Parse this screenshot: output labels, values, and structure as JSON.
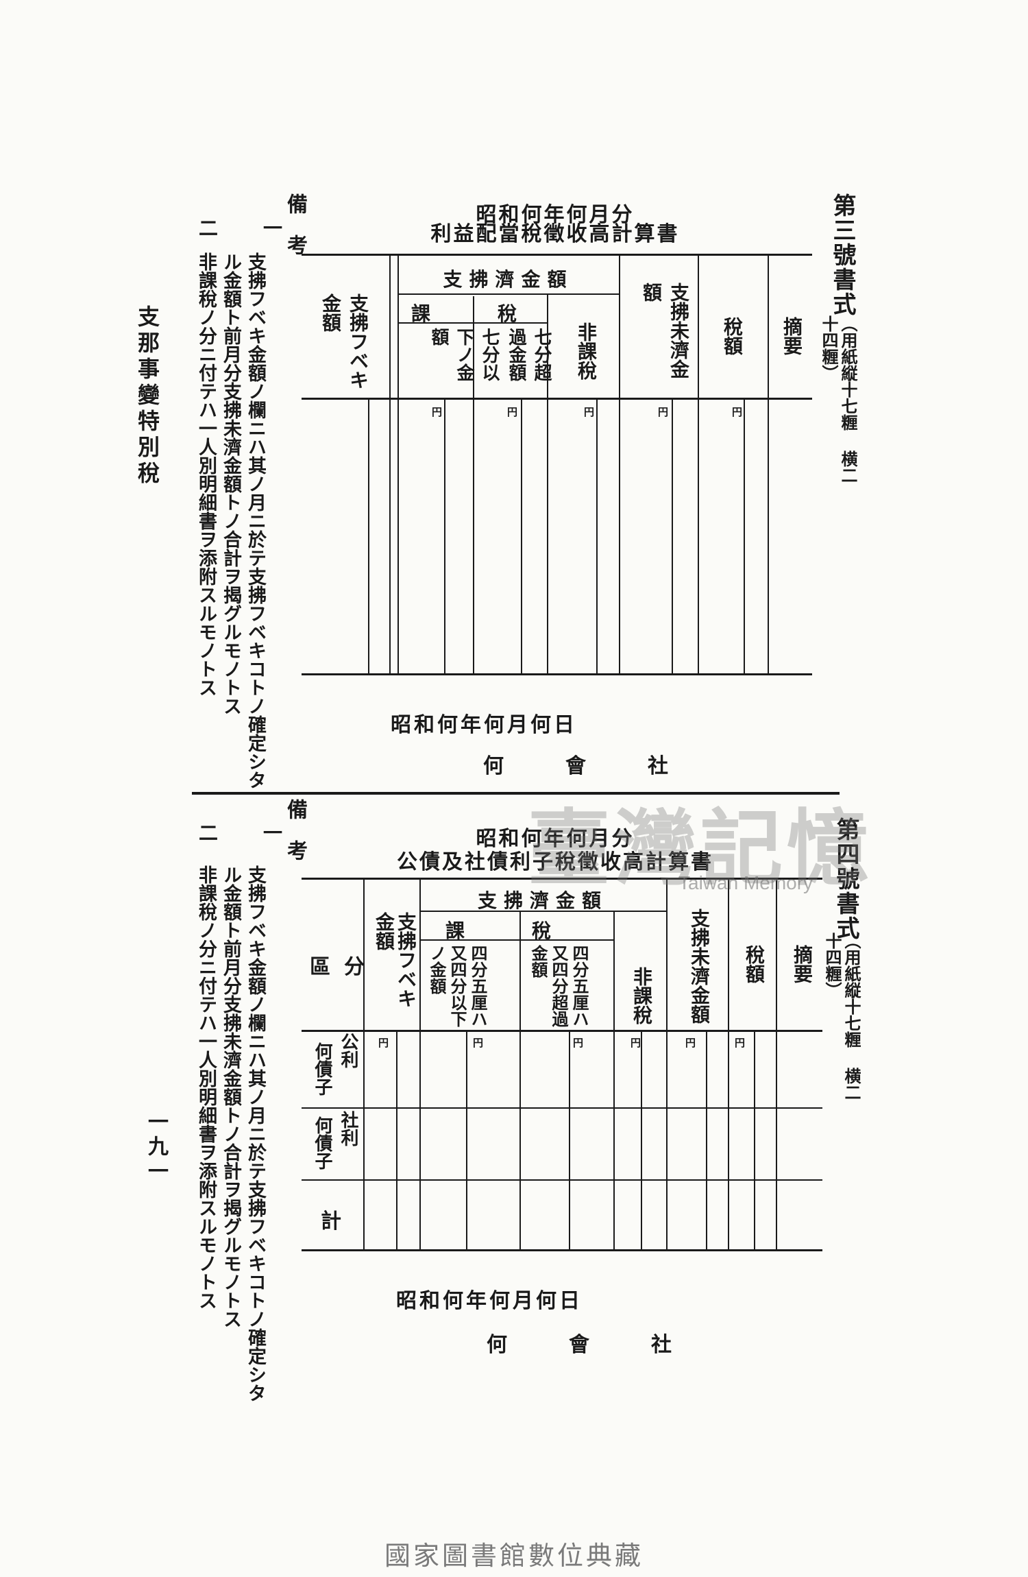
{
  "side": {
    "running_title": "支那事變特別稅",
    "page_number": "一九一"
  },
  "form3": {
    "form_title": "第三號書式",
    "paper_note": "（用紙縦十七糎 横二十四糎）",
    "title_line1": "昭和何年何月分",
    "title_line2": "利益配當稅徵收高計算書",
    "col_summary": "摘要",
    "col_tax": "稅額",
    "col_unpaid": "支拂未濟金額",
    "col_paid_group": "支拂濟金額",
    "col_taxable": "課　　稅",
    "col_over7": "七分超過金額",
    "col_under7": "七分以下ノ金額",
    "col_nontax": "非課稅",
    "col_payable": "支拂フベキ金額",
    "yen": "円",
    "date_line": "昭和何年何月何日",
    "company": "何　　　會　　　社",
    "notes_head": "備考",
    "note1_num": "一",
    "note1": "支拂フベキ金額ノ欄ニハ其ノ月ニ於テ支拂フベキコトノ確定シタル金額ト前月分支拂未濟金額トノ合計ヲ揭グルモノトス",
    "note2_num": "二",
    "note2": "非課稅ノ分ニ付テハ一人別明細書ヲ添附スルモノトス"
  },
  "form4": {
    "form_title": "第四號書式",
    "paper_note": "（用紙縦十七糎 横二十四糎）",
    "title_line1": "昭和何年何月分",
    "title_line2": "公債及社債利子稅徵收高計算書",
    "col_summary": "摘要",
    "col_tax": "稅額",
    "col_unpaid": "支拂未濟金額",
    "col_paid_group": "支拂濟金額",
    "col_taxable": "課　　稅",
    "col_over": "四分五厘ハ又四分超過金額",
    "col_under": "四分五厘ハ又四分以下ノ金額",
    "col_nontax": "非課稅",
    "col_payable": "支拂フベキ金額",
    "col_category": "區分",
    "row1": "公債利子",
    "row2": "社債利子",
    "row_total": "計",
    "row1_label_top": "公利",
    "row1_label_side": "何債子",
    "row2_label_top": "社利",
    "row2_label_side": "何債子",
    "yen": "円",
    "date_line": "昭和何年何月何日",
    "company": "何　　　會　　　社",
    "notes_head": "備考",
    "note1_num": "一",
    "note1": "支拂フベキ金額ノ欄ニハ其ノ月ニ於テ支拂フベキコトノ確定シタル金額ト前月分支拂未濟金額トノ合計ヲ揭グルモノトス",
    "note2_num": "二",
    "note2": "非課稅ノ分ニ付テハ一人別明細書ヲ添附スルモノトス"
  },
  "watermark": {
    "logo_text": "臺灣記憶",
    "logo_sub": "Taiwan Memory"
  },
  "footer": {
    "library": "國家圖書館數位典藏"
  }
}
